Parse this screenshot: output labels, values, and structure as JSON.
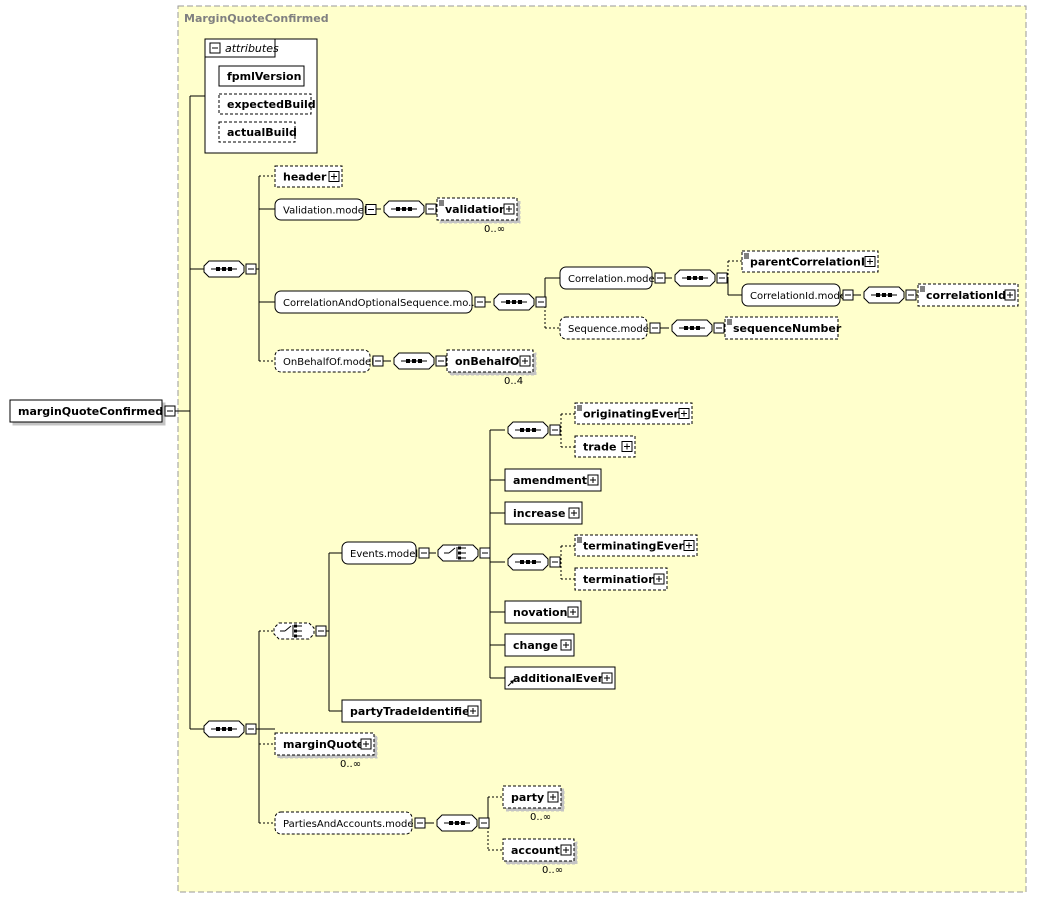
{
  "title": "MarginQuoteConfirmed",
  "root": "marginQuoteConfirmed",
  "attributes": {
    "label": "attributes",
    "items": [
      "fpmlVersion",
      "expectedBuild",
      "actualBuild"
    ]
  },
  "nodes": {
    "header": "header",
    "validation_model": "Validation.model",
    "validation": "validation",
    "validation_occ": "0..∞",
    "corr_opt_seq_model": "CorrelationAndOptionalSequence.mo...",
    "correlation_model": "Correlation.model",
    "parent_correlation_id": "parentCorrelationId",
    "correlation_id_model": "CorrelationId.model",
    "correlation_id": "correlationId",
    "sequence_model": "Sequence.model",
    "sequence_number": "sequenceNumber",
    "on_behalf_of_model": "OnBehalfOf.model",
    "on_behalf_of": "onBehalfOf",
    "on_behalf_of_occ": "0..4",
    "originating_event": "originatingEvent",
    "trade": "trade",
    "amendment": "amendment",
    "increase": "increase",
    "events_model": "Events.model",
    "terminating_event": "terminatingEvent",
    "termination": "termination",
    "novation": "novation",
    "change": "change",
    "additional_event": "additionalEvent",
    "party_trade_identifier": "partyTradeIdentifier",
    "margin_quote": "marginQuote",
    "margin_quote_occ": "0..∞",
    "parties_accounts_model": "PartiesAndAccounts.model",
    "party": "party",
    "party_occ": "0..∞",
    "account": "account",
    "account_occ": "0..∞"
  },
  "colors": {
    "panel_bg": "#ffffcc",
    "panel_border": "#999999",
    "line": "#000000",
    "title_text": "#808080"
  },
  "icons": {
    "expand": "plus-box-icon",
    "collapse": "minus-box-icon",
    "sequence": "sequence-compositor-icon",
    "choice": "choice-compositor-icon",
    "documentation": "documentation-lines-icon",
    "substitution": "substitution-arrow-icon"
  }
}
